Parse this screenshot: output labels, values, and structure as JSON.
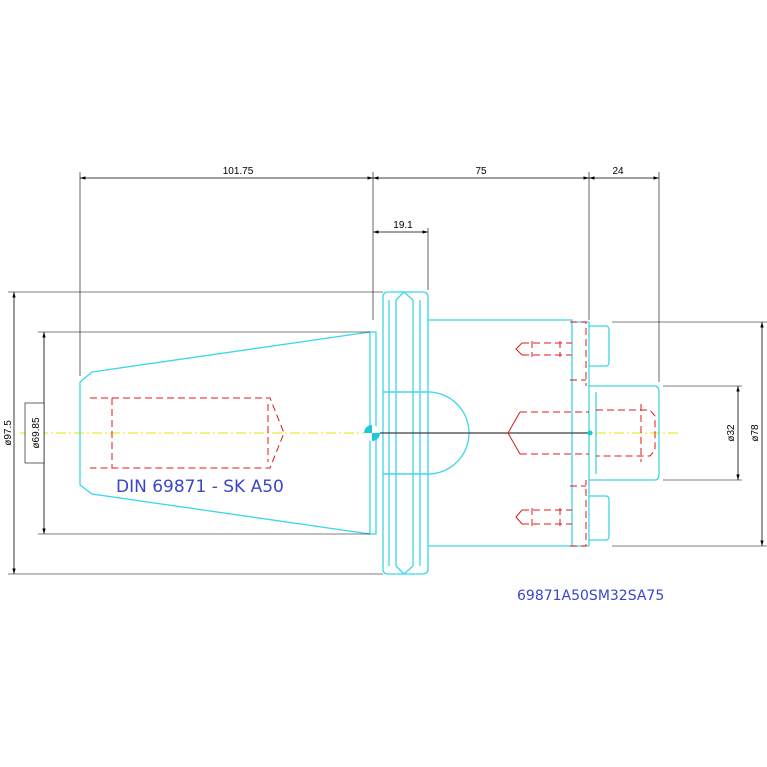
{
  "drawing": {
    "title_label": "DIN 69871 - SK A50",
    "part_number": "69871A50SM32SA75",
    "dimensions": {
      "length_taper": "101.75",
      "length_body": "75",
      "length_shank": "24",
      "flange_width": "19.1",
      "dia_flange": "ø97.5",
      "dia_taper": "ø69.85",
      "dia_bore": "ø32",
      "dia_body": "ø78"
    },
    "colors": {
      "outline": "#3fd6e6",
      "hidden_lines": "#e01818",
      "center_line": "#e6e600",
      "dimension_lines": "#000000",
      "label_text": "#3a46c8"
    }
  }
}
